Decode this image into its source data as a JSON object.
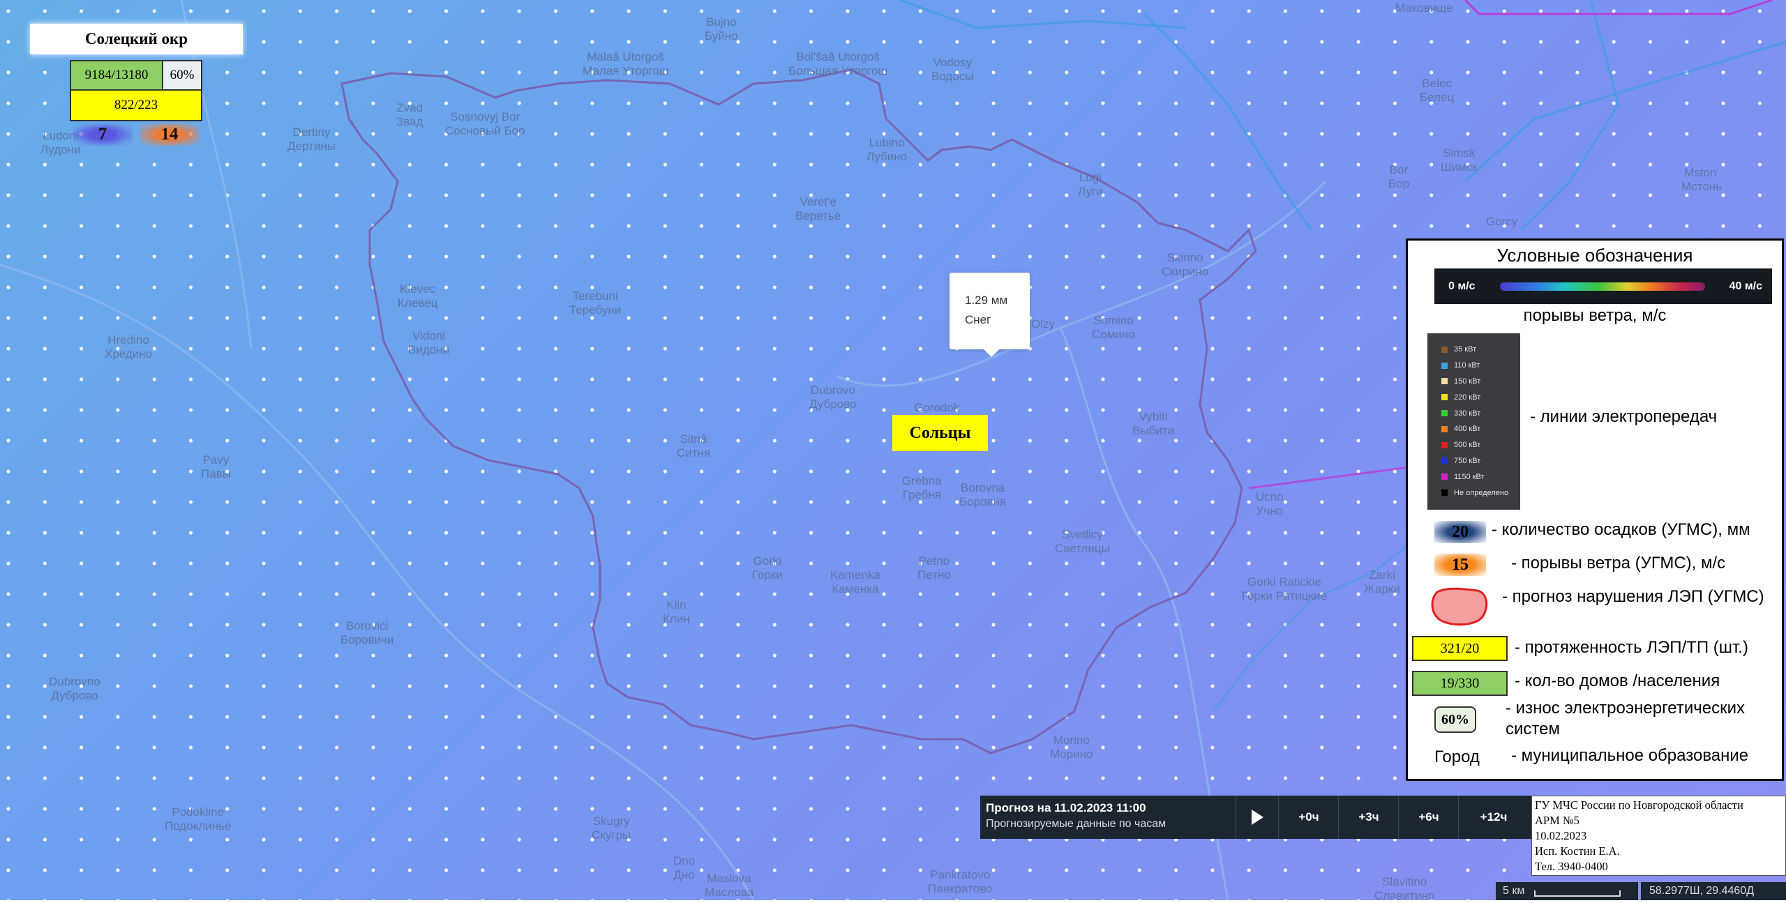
{
  "district": {
    "title": "Солецкий окр",
    "houses_population": "9184/13180",
    "wear": "60%",
    "lines_tp": "822/223",
    "precip": "7",
    "gust": "14"
  },
  "popup": {
    "precip": "1.29 мм",
    "type": "Снег"
  },
  "city_label": "Сольцы",
  "places": [
    {
      "lat": "Bujno",
      "cyr": "Буйно"
    },
    {
      "lat": "Malaâ Utorgoš",
      "cyr": "Малая Уторгош"
    },
    {
      "lat": "Bol'šaâ Utorgoš",
      "cyr": "Большая Уторгош"
    },
    {
      "lat": "Vodosy",
      "cyr": "Водосы"
    },
    {
      "lat": "",
      "cyr": "Маковище"
    },
    {
      "lat": "Belec",
      "cyr": "Белец"
    },
    {
      "lat": "Zvad",
      "cyr": "Звад"
    },
    {
      "lat": "Sosnovyj Bor",
      "cyr": "Сосновый Бор"
    },
    {
      "lat": "Dertiny",
      "cyr": "Дертины"
    },
    {
      "lat": "Ludoni",
      "cyr": "Лудони"
    },
    {
      "lat": "Lubino",
      "cyr": "Лубино"
    },
    {
      "lat": "Simsk",
      "cyr": "Шимск"
    },
    {
      "lat": "Bor",
      "cyr": "Бор"
    },
    {
      "lat": "Mston'",
      "cyr": "Мстонь"
    },
    {
      "lat": "Lugi",
      "cyr": "Луги"
    },
    {
      "lat": "Gorcy",
      "cyr": ""
    },
    {
      "lat": "Veret'e",
      "cyr": "Веретье"
    },
    {
      "lat": "Skirino",
      "cyr": "Скирино"
    },
    {
      "lat": "Klevec",
      "cyr": "Клевец"
    },
    {
      "lat": "Terebuni",
      "cyr": "Теребуни"
    },
    {
      "lat": "Olzy",
      "cyr": ""
    },
    {
      "lat": "Somino",
      "cyr": "Сомино"
    },
    {
      "lat": "Hredino",
      "cyr": "Хредино"
    },
    {
      "lat": "Vidoni",
      "cyr": "Видони"
    },
    {
      "lat": "Dubrovo",
      "cyr": "Дуброво"
    },
    {
      "lat": "Gorodok",
      "cyr": ""
    },
    {
      "lat": "Vybiti",
      "cyr": "Выбити"
    },
    {
      "lat": "Sitnâ",
      "cyr": "Ситня"
    },
    {
      "lat": "Pavy",
      "cyr": "Павы"
    },
    {
      "lat": "Grebna",
      "cyr": "Гребня"
    },
    {
      "lat": "Borovna",
      "cyr": "Боровня"
    },
    {
      "lat": "Ucno",
      "cyr": "Учно"
    },
    {
      "lat": "Svetlicy",
      "cyr": "Светлицы"
    },
    {
      "lat": "Gorki",
      "cyr": "Горки"
    },
    {
      "lat": "Kamenka",
      "cyr": "Каменка"
    },
    {
      "lat": "Petno",
      "cyr": "Петно"
    },
    {
      "lat": "Gorki Ratickie",
      "cyr": "Горки Ратицкие"
    },
    {
      "lat": "Zarki",
      "cyr": "Жарки"
    },
    {
      "lat": "Klin",
      "cyr": "Клин"
    },
    {
      "lat": "Borovici",
      "cyr": "Боровичи"
    },
    {
      "lat": "Dubrovno",
      "cyr": "Дуброво"
    },
    {
      "lat": "Morino",
      "cyr": "Морино"
    },
    {
      "lat": "Podokline",
      "cyr": "Подоклинье"
    },
    {
      "lat": "Skugry",
      "cyr": "Скугры"
    },
    {
      "lat": "Dno",
      "cyr": "Дно"
    },
    {
      "lat": "Maslova",
      "cyr": "Маслова"
    },
    {
      "lat": "Pankratovo",
      "cyr": "Панкратово"
    },
    {
      "lat": "Slavitino",
      "cyr": "Славитино"
    }
  ],
  "legend": {
    "title": "Условные обозначения",
    "wind_min": "0 м/с",
    "wind_max": "40 м/с",
    "wind_caption": "порывы ветра, м/с",
    "kv_levels": [
      {
        "label": "35 кВт",
        "color": "#8a5a2a"
      },
      {
        "label": "110 кВт",
        "color": "#3aa0e0"
      },
      {
        "label": "150 кВт",
        "color": "#f0e0a0"
      },
      {
        "label": "220 кВт",
        "color": "#f0e020"
      },
      {
        "label": "330 кВт",
        "color": "#30d030"
      },
      {
        "label": "400 кВт",
        "color": "#f08020"
      },
      {
        "label": "500 кВт",
        "color": "#e02020"
      },
      {
        "label": "750 кВт",
        "color": "#2030e0"
      },
      {
        "label": "1150 кВт",
        "color": "#d020d0"
      },
      {
        "label": "Не определено",
        "color": "#000000"
      }
    ],
    "power_lines": "- линии электропередач",
    "precip_sample": "20",
    "precip_desc": "- количество осадков (УГМС), мм",
    "gust_sample": "15",
    "gust_desc": "- порывы ветра (УГМС), м/с",
    "forecast_desc": "- прогноз нарушения ЛЭП (УГМС)",
    "lines_sample": "321/20",
    "lines_desc": "- протяженность ЛЭП/ТП (шт.)",
    "houses_sample": "19/330",
    "houses_desc": "- кол-во домов /населения",
    "wear_sample": "60%",
    "wear_desc": "- износ электроэнергетических систем",
    "city_sample": "Город",
    "city_desc": "- муниципальное образование"
  },
  "timebar": {
    "title": "Прогноз на 11.02.2023 11:00",
    "subtitle": "Прогнозируемые данные по часам",
    "steps": [
      "+0ч",
      "+3ч",
      "+6ч",
      "+12ч"
    ]
  },
  "info": {
    "line1": "ГУ МЧС России по Новгородской области",
    "line2": "АРМ №5",
    "line3": "10.02.2023",
    "line4": "Исп. Костин Е.А.",
    "line5": "Тел. 3940-0400"
  },
  "scale_label": "5 км",
  "coordinates": "58.2977Ш, 29.4460Д",
  "colors": {
    "boundary": "#7a5aa8",
    "power_110": "#3aa0e0",
    "power_1150": "#d020d0",
    "highlight_yellow": "#ffff00",
    "houses_green": "#8ed063"
  }
}
